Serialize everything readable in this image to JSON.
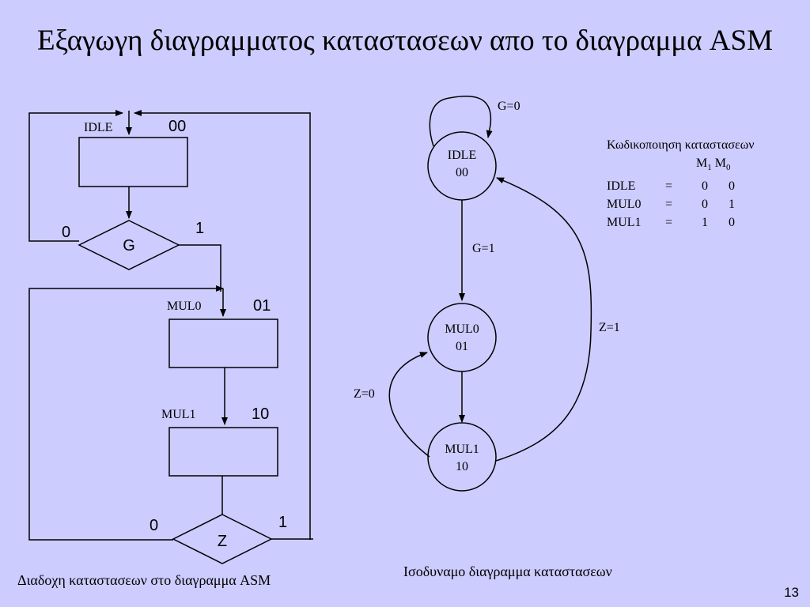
{
  "title": "Εξαγωγη διαγραμματος καταστασεων απο το διαγραμμα ASM",
  "asm_chart": {
    "caption": "Διαδοχη καταστασεων στο διαγραμμα ASM",
    "states": [
      {
        "name": "IDLE",
        "code": "00"
      },
      {
        "name": "MUL0",
        "code": "01"
      },
      {
        "name": "MUL1",
        "code": "10"
      }
    ],
    "decisions": [
      {
        "condition": "G",
        "false_label": "0",
        "true_label": "1"
      },
      {
        "condition": "Z",
        "false_label": "0",
        "true_label": "1"
      }
    ]
  },
  "state_diagram": {
    "caption": "Ισοδυναμο διαγραμμα καταστασεων",
    "nodes": [
      {
        "name": "IDLE",
        "code": "00"
      },
      {
        "name": "MUL0",
        "code": "01"
      },
      {
        "name": "MUL1",
        "code": "10"
      }
    ],
    "transitions": [
      {
        "label": "G=0"
      },
      {
        "label": "G=1"
      },
      {
        "label": "Z=0"
      },
      {
        "label": "Z=1"
      }
    ]
  },
  "encoding_table": {
    "title": "Κωδικοποιηση καταστασεων",
    "header": {
      "m1": "M",
      "m1_sub": "1",
      "m0": "M",
      "m0_sub": "0"
    },
    "rows": [
      {
        "state": "IDLE",
        "eq": "=",
        "m1": "0",
        "m0": "0"
      },
      {
        "state": "MUL0",
        "eq": "=",
        "m1": "0",
        "m0": "1"
      },
      {
        "state": "MUL1",
        "eq": "=",
        "m1": "1",
        "m0": "0"
      }
    ]
  },
  "page_number": "13"
}
